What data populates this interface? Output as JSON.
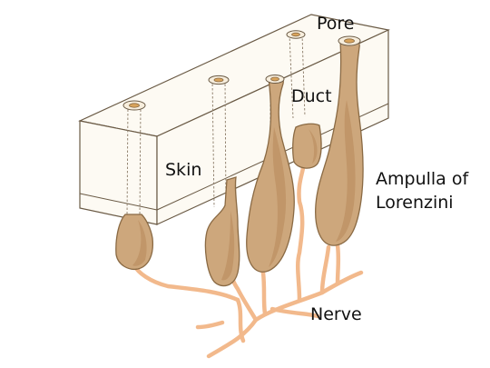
{
  "labels": {
    "pore": "Pore",
    "duct": "Duct",
    "skin": "Skin",
    "ampulla_line1": "Ampulla of",
    "ampulla_line2": "Lorenzini",
    "nerve": "Nerve"
  },
  "colors": {
    "skin_fill": "#fdfaf3",
    "skin_stroke": "#6a5a45",
    "ampulla_fill": "#cda77c",
    "ampulla_stroke": "#8a6a44",
    "nerve": "#f2b98c",
    "pore_center": "#d9a45c"
  }
}
